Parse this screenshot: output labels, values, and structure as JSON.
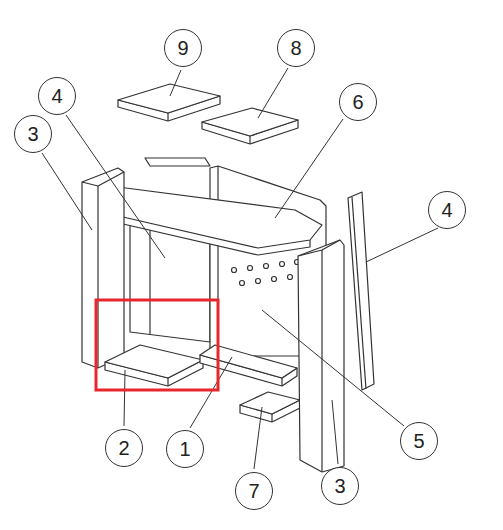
{
  "diagram": {
    "labels": [
      "9",
      "8",
      "4",
      "6",
      "3",
      "4",
      "2",
      "1",
      "5",
      "3",
      "7"
    ]
  }
}
